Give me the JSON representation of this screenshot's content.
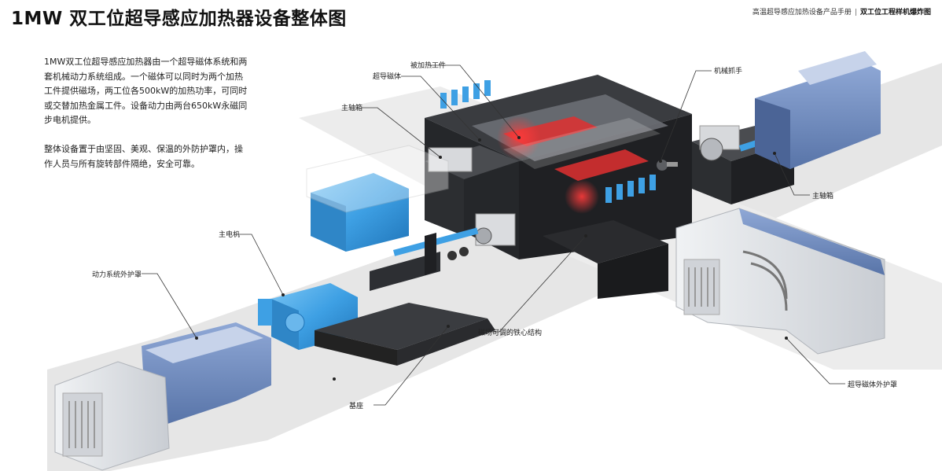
{
  "header": {
    "title": "1MW 双工位超导感应加热器设备整体图",
    "manual": "高温超导感应加热设备产品手册",
    "section": "双工位工程样机爆炸图"
  },
  "intro": {
    "paragraph1": "1MW双工位超导感应加热器由一个超导磁体系统和两套机械动力系统组成。一个磁体可以同时为两个加热工件提供磁场，两工位各500kW的加热功率，可同时或交替加热金属工件。设备动力由两台650kW永磁同步电机提供。",
    "paragraph2": "整体设备置于由坚固、美观、保温的外防护罩内，操作人员与所有旋转部件隔绝，安全可靠。"
  },
  "callouts": {
    "workpiece": "被加热工件",
    "magnet": "超导磁体",
    "spindle_left": "主轴箱",
    "manipulator": "机械抓手",
    "spindle_right": "主轴箱",
    "motor": "主电机",
    "drive_cover": "动力系统外护罩",
    "iron_core": "磁场可调的铁心结构",
    "base": "基座",
    "magnet_cover": "超导磁体外护罩"
  },
  "colors": {
    "accent_blue": "#3ea0e4",
    "dark_steel": "#2b2d31",
    "cover_grey": "#dfe2e6",
    "cover_blue": "#6f8cc0",
    "heat_red": "#e03030"
  }
}
